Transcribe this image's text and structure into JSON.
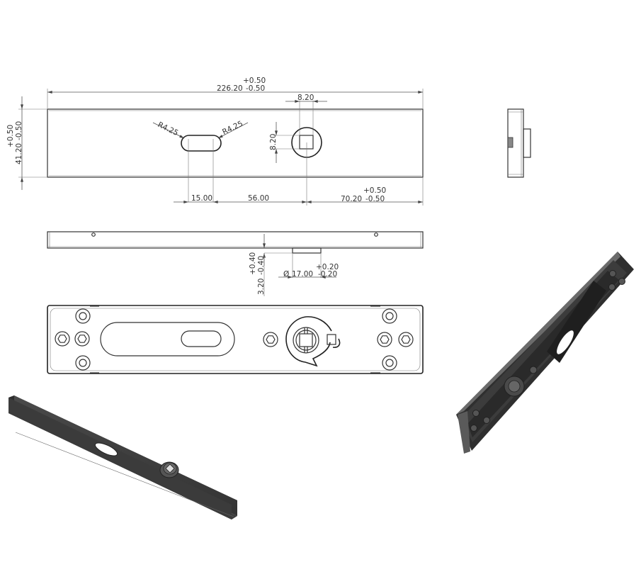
{
  "drawing": {
    "type": "engineering-drawing",
    "subject": "mounting plate with cam/spindle hub",
    "views": [
      "front",
      "right-side",
      "top",
      "bottom",
      "isometric-top",
      "isometric-bottom"
    ]
  },
  "dimensions": {
    "overall_length": {
      "nominal": "226.20",
      "upper": "+0.50",
      "lower": "-0.50"
    },
    "overall_height": {
      "nominal": "41.20",
      "upper": "+0.50",
      "lower": "-0.50"
    },
    "slot_radius_left": "R4.25",
    "slot_radius_right": "R4.25",
    "square_width": "8.20",
    "square_height": "8.20",
    "slot_length": "15.00",
    "slot_to_square": "56.00",
    "square_to_end": {
      "nominal": "70.20",
      "upper": "+0.50",
      "lower": "-0.50"
    },
    "hub_height": {
      "nominal": "3.20",
      "upper": "+0.40",
      "lower": "-0.40"
    },
    "hub_diameter": {
      "symbol": "Ø",
      "nominal": "17.00",
      "upper": "+0.20",
      "lower": "-0.20"
    }
  },
  "colors": {
    "line": "#333333",
    "dim_line": "#555555",
    "solid_dark": "#3a3a3a",
    "solid_mid": "#5a5a5a",
    "solid_light": "#8a8a8a",
    "background": "#ffffff"
  }
}
